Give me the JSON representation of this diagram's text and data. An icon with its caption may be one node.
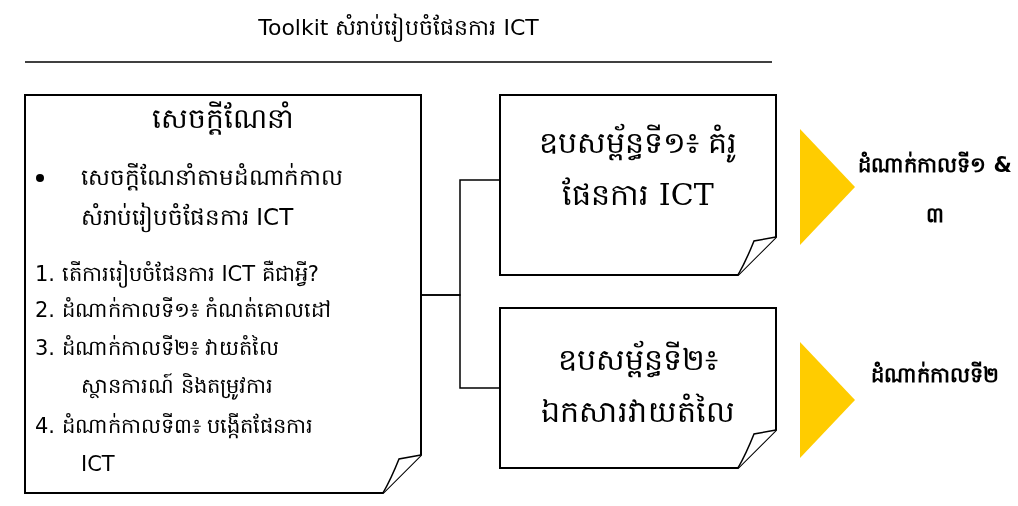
{
  "diagram": {
    "title": "Toolkit សំរាប់រៀបចំផែនការ ICT",
    "nodes": [
      {
        "text": [
          "សេចក្តីណែនាំ",
          "សេចក្តីណែនាំតាមដំណាក់កាលសំរាប់រៀបចំផែនការ ICT",
          "1. តើការរៀបចំផែនការ ICT គឺជាអ្វី?",
          "2. ដំណាក់កាលទី១៖ កំណត់គោលដៅ",
          "3. ដំណាក់កាលទី២៖ វាយតំលៃស្ថានការណ៍ និងតម្រូវការ",
          "4. ដំណាក់កាលទី៣៖ បង្កើតផែនការ ICT"
        ]
      },
      {
        "text": [
          "ឧបសម្ព័ន្ធទី១៖ គំរូផែនការ ICT"
        ]
      },
      {
        "text": [
          "ឧបសម្ព័ន្ធទី២៖ ឯកសារវាយតំលៃ"
        ]
      },
      {
        "text": [
          "ដំណាក់កាលទី១ & ៣"
        ]
      },
      {
        "text": [
          "ដំណាក់កាលទី២"
        ]
      }
    ],
    "edges": [
      {
        "from": 0,
        "to": 1,
        "arrow": "none"
      },
      {
        "from": 0,
        "to": 2,
        "arrow": "none"
      },
      {
        "from": 1,
        "to": 3,
        "arrow": "to",
        "color": "#ffcc00"
      },
      {
        "from": 2,
        "to": 4,
        "arrow": "to",
        "color": "#ffcc00"
      }
    ]
  }
}
